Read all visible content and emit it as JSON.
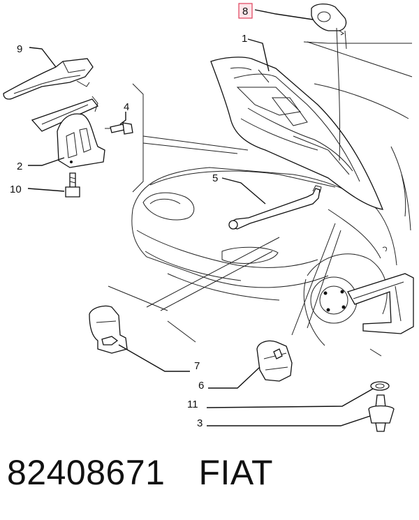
{
  "callouts": [
    {
      "id": "c1",
      "label": "1"
    },
    {
      "id": "c2",
      "label": "2"
    },
    {
      "id": "c3",
      "label": "3"
    },
    {
      "id": "c4",
      "label": "4"
    },
    {
      "id": "c5",
      "label": "5"
    },
    {
      "id": "c6",
      "label": "6"
    },
    {
      "id": "c7",
      "label": "7"
    },
    {
      "id": "c8",
      "label": "8"
    },
    {
      "id": "c9",
      "label": "9"
    },
    {
      "id": "c10",
      "label": "10"
    },
    {
      "id": "c11",
      "label": "11"
    }
  ],
  "highlight": {
    "callout": "8",
    "color": "#e0405a"
  },
  "footer": {
    "part_number": "82408671",
    "brand": "FIAT"
  }
}
